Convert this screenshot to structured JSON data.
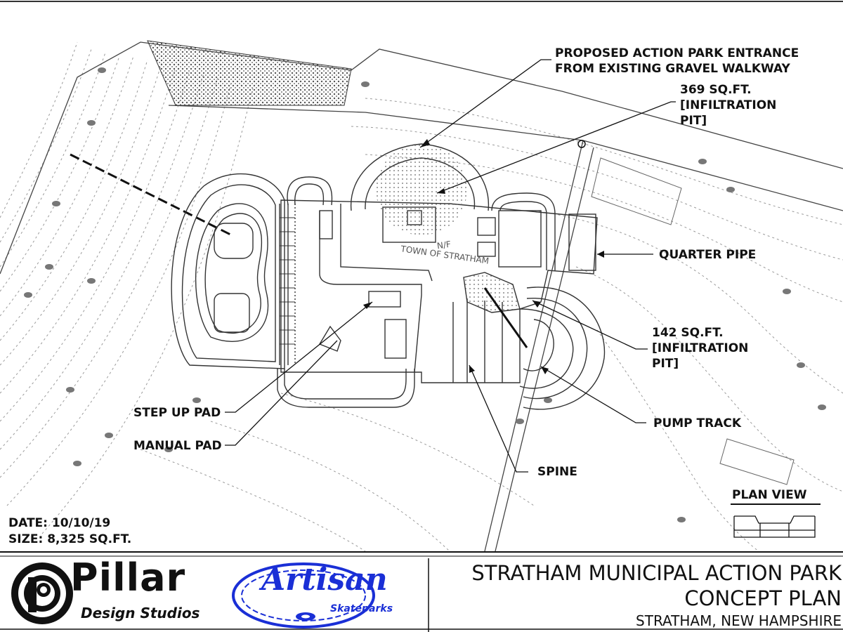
{
  "callouts": {
    "entrance_line1": "PROPOSED ACTION PARK ENTRANCE",
    "entrance_line2": "FROM EXISTING GRAVEL WALKWAY",
    "infil1_line1": "369 SQ.FT.",
    "infil1_line2": "[INFILTRATION",
    "infil1_line3": "PIT]",
    "quarter_pipe": "QUARTER PIPE",
    "infil2_line1": "142 SQ.FT.",
    "infil2_line2": "[INFILTRATION",
    "infil2_line3": "PIT]",
    "pump_track": "PUMP TRACK",
    "spine": "SPINE",
    "step_up_pad": "STEP UP PAD",
    "manual_pad": "MANUAL PAD"
  },
  "info": {
    "date": "DATE: 10/10/19",
    "size": "SIZE: 8,325 SQ.FT."
  },
  "plan_view": {
    "label": "PLAN VIEW"
  },
  "title_block": {
    "line1": "STRATHAM MUNICIPAL ACTION PARK",
    "line2": "CONCEPT PLAN",
    "line3": "STRATHAM, NEW HAMPSHIRE"
  },
  "logos": {
    "pillar_main": "Pillar",
    "pillar_sub": "Design Studios",
    "artisan_main": "Artisan",
    "artisan_sub": "Skateparks"
  },
  "site_text": {
    "owner_line1": "N/F",
    "owner_line2": "TOWN OF STRATHAM"
  },
  "colors": {
    "ink": "#111111",
    "linework": "#333333",
    "contour": "#9a9a9a",
    "artisan_blue": "#1a2fd6"
  }
}
